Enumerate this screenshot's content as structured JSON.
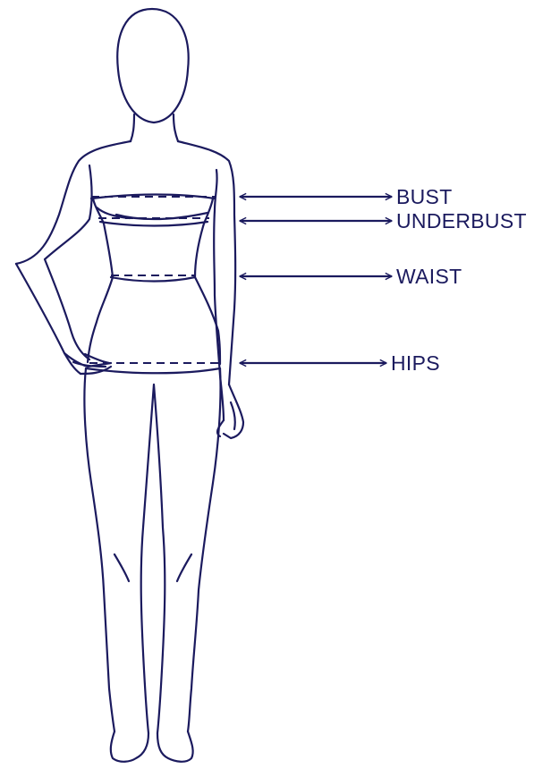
{
  "colors": {
    "ink": "#1b1a5e",
    "background": "#ffffff"
  },
  "measurements": [
    {
      "key": "bust",
      "label": "BUST"
    },
    {
      "key": "underbust",
      "label": "UNDERBUST"
    },
    {
      "key": "waist",
      "label": "WAIST"
    },
    {
      "key": "hips",
      "label": "HIPS"
    }
  ]
}
